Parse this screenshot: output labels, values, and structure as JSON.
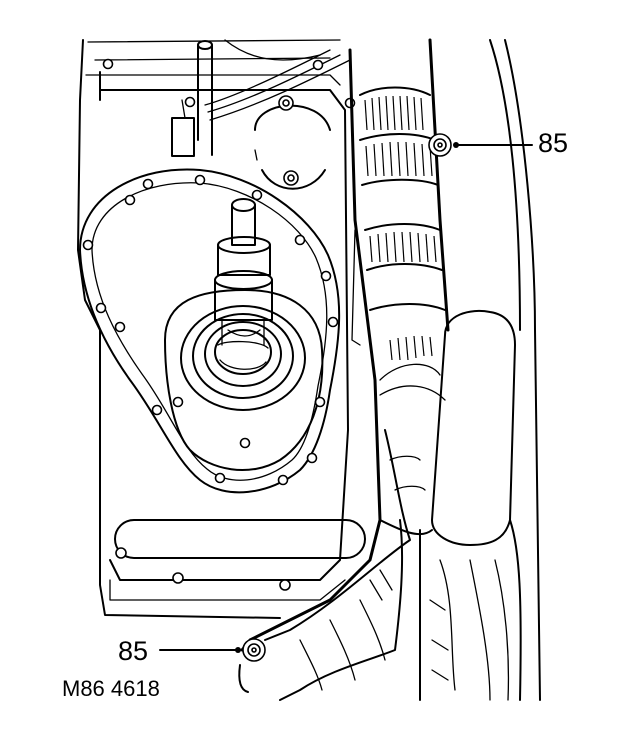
{
  "callouts": {
    "top_bolt": "85",
    "bottom_bolt": "85"
  },
  "figure_reference": "M86 4618"
}
